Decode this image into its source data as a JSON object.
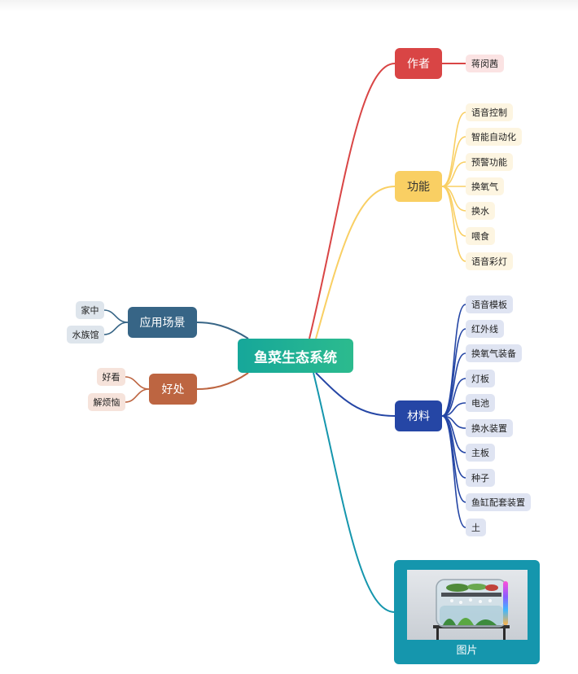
{
  "root": {
    "label": "鱼菜生态系统"
  },
  "branches": {
    "author": {
      "label": "作者",
      "color": "#d94545",
      "children": [
        "蒋闵茜"
      ]
    },
    "function": {
      "label": "功能",
      "color": "#f9cf63",
      "children": [
        "语音控制",
        "智能自动化",
        "预警功能",
        "换氧气",
        "换水",
        "喂食",
        "语音彩灯"
      ]
    },
    "material": {
      "label": "材料",
      "color": "#2546a5",
      "children": [
        "语音模板",
        "红外线",
        "换氧气装备",
        "灯板",
        "电池",
        "换水装置",
        "主板",
        "种子",
        "鱼缸配套装置",
        "土"
      ]
    },
    "scene": {
      "label": "应用场景",
      "color": "#376586",
      "children": [
        "家中",
        "水族馆"
      ]
    },
    "benefit": {
      "label": "好处",
      "color": "#bd6541",
      "children": [
        "好看",
        "解烦恼"
      ]
    },
    "image": {
      "label": "图片",
      "color": "#1596ad"
    }
  }
}
